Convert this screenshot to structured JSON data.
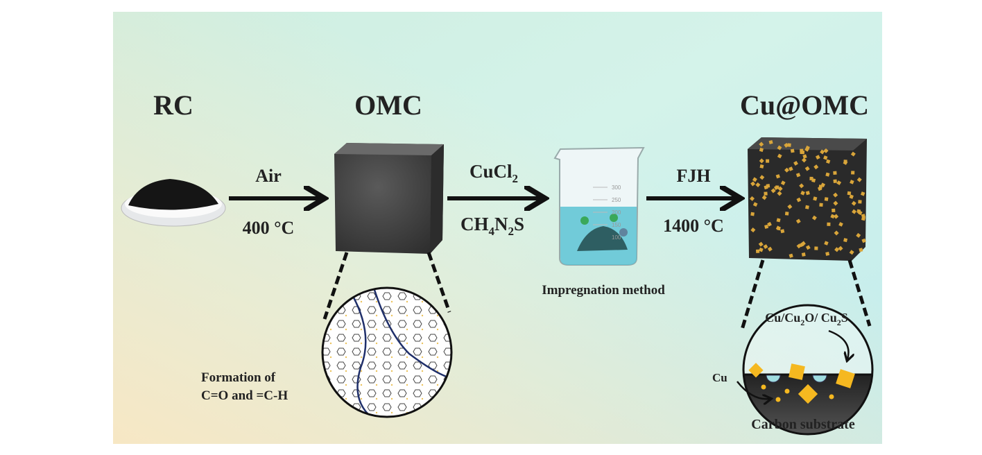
{
  "stages": {
    "rc": {
      "label": "RC"
    },
    "omc": {
      "label": "OMC"
    },
    "cu_omc": {
      "label": "Cu@OMC"
    }
  },
  "steps": {
    "step1": {
      "above": "Air",
      "below": "400 °C"
    },
    "step2": {
      "above_main": "CuCl",
      "above_sub": "2",
      "below_parts": [
        "CH",
        "4",
        "N",
        "2",
        "S"
      ]
    },
    "step3": {
      "above": "FJH",
      "below": "1400 °C"
    }
  },
  "beaker": {
    "caption": "Impregnation method",
    "marks": [
      "300",
      "250",
      "200",
      "150",
      "100"
    ]
  },
  "omc_detail": {
    "line1": "Formation of",
    "line2": "C=O and =C-H"
  },
  "cu_detail": {
    "species_parts": [
      "Cu/Cu",
      "2",
      "O/ Cu",
      "2",
      "S"
    ],
    "cu_label": "Cu",
    "substrate_label": "Carbon substrate"
  },
  "colors": {
    "particle": "#f5b820",
    "liquid": "#5bc3d3",
    "substrate": "#3a3a3a"
  }
}
